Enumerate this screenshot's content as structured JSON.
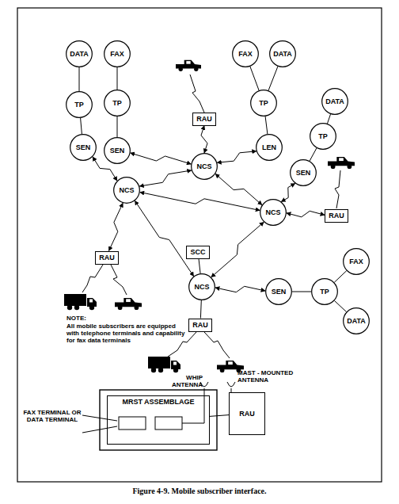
{
  "diagram": {
    "caption": "Figure 4-9. Mobile subscriber interface.",
    "nodes": [
      {
        "text": [
          "DATA"
        ]
      },
      {
        "text": [
          "FAX"
        ]
      },
      {
        "text": [
          "FAX"
        ]
      },
      {
        "text": [
          "DATA"
        ]
      },
      {
        "text": [
          "TP"
        ]
      },
      {
        "text": [
          "TP"
        ]
      },
      {
        "text": [
          "TP"
        ]
      },
      {
        "text": [
          "DATA"
        ]
      },
      {
        "text": [
          "RAU"
        ]
      },
      {
        "text": [
          "TP"
        ]
      },
      {
        "text": [
          "SEN"
        ]
      },
      {
        "text": [
          "SEN"
        ]
      },
      {
        "text": [
          "LEN"
        ]
      },
      {
        "text": [
          "NCS"
        ]
      },
      {
        "text": [
          "SEN"
        ]
      },
      {
        "text": [
          "NCS"
        ]
      },
      {
        "text": [
          "NCS"
        ]
      },
      {
        "text": [
          "RAU"
        ]
      },
      {
        "text": [
          "SCC"
        ]
      },
      {
        "text": [
          "RAU"
        ]
      },
      {
        "text": [
          "FAX"
        ]
      },
      {
        "text": [
          "NCS"
        ]
      },
      {
        "text": [
          "SEN"
        ]
      },
      {
        "text": [
          "TP"
        ]
      },
      {
        "text": [
          "DATA"
        ]
      },
      {
        "text": [
          "RAU"
        ]
      },
      {
        "text": [
          "MRST ASSEMBLAGE"
        ]
      },
      {
        "text": [
          "RAU"
        ]
      }
    ],
    "edges": [
      {
        "from": 0,
        "to": 4,
        "arrow": "none"
      },
      {
        "from": 1,
        "to": 5,
        "arrow": "none"
      },
      {
        "from": 2,
        "to": 6,
        "arrow": "none"
      },
      {
        "from": 3,
        "to": 6,
        "arrow": "none"
      },
      {
        "from": 4,
        "to": 10,
        "arrow": "none"
      },
      {
        "from": 5,
        "to": 11,
        "arrow": "none"
      },
      {
        "from": 6,
        "to": 12,
        "arrow": "none"
      },
      {
        "from": 7,
        "to": 9,
        "arrow": "none"
      },
      {
        "from": 9,
        "to": 14,
        "arrow": "none"
      },
      {
        "from": 10,
        "to": 15,
        "arrow": "both"
      },
      {
        "from": 11,
        "to": 13,
        "arrow": "both"
      },
      {
        "from": 8,
        "to": 13,
        "arrow": "both"
      },
      {
        "from": 12,
        "to": 13,
        "arrow": "both"
      },
      {
        "from": 13,
        "to": 15,
        "arrow": "both"
      },
      {
        "from": 13,
        "to": 16,
        "arrow": "both"
      },
      {
        "from": 15,
        "to": 16,
        "arrow": "both"
      },
      {
        "from": 15,
        "to": 19,
        "arrow": "both"
      },
      {
        "from": 15,
        "to": 21,
        "arrow": "both"
      },
      {
        "from": 14,
        "to": 16,
        "arrow": "both"
      },
      {
        "from": 16,
        "to": 17,
        "arrow": "both"
      },
      {
        "from": 16,
        "to": 21,
        "arrow": "both"
      },
      {
        "from": 18,
        "to": 21,
        "arrow": "none"
      },
      {
        "from": 21,
        "to": 22,
        "arrow": "both"
      },
      {
        "from": 22,
        "to": 23,
        "arrow": "none"
      },
      {
        "from": 23,
        "to": 20,
        "arrow": "none"
      },
      {
        "from": 23,
        "to": 24,
        "arrow": "none"
      },
      {
        "from": 21,
        "to": 25,
        "arrow": "none"
      },
      {
        "from": 27,
        "to": 26,
        "arrow": "none"
      }
    ],
    "labels": [
      "NOTE:",
      "All mobile subscribers are equipped with telephone terminals and capability for fax data terminals",
      "WHIP ANTENNA",
      "MAST - MOUNTED ANTENNA",
      "FAX TERMINAL OR DATA TERMINAL"
    ]
  }
}
